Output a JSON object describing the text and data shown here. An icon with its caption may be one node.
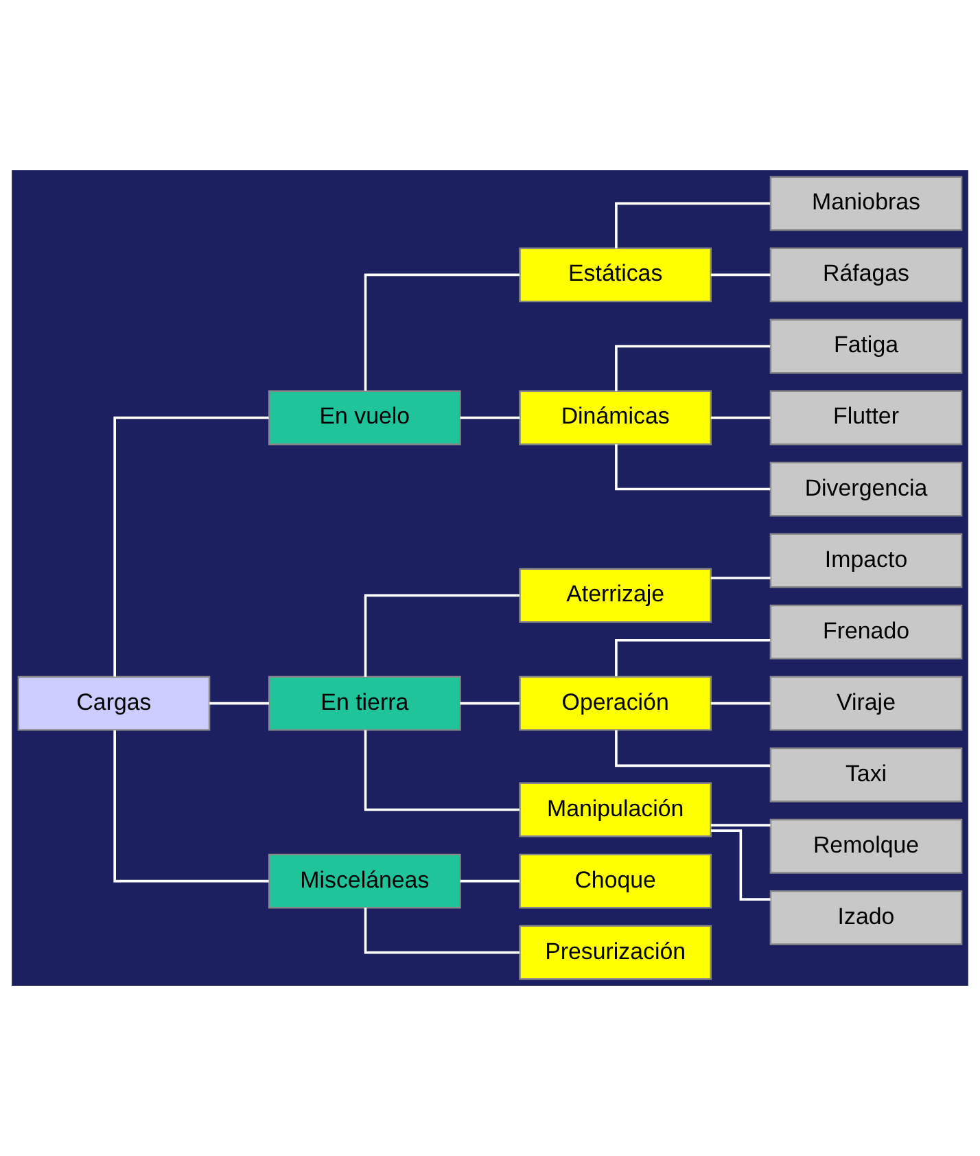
{
  "diagram": {
    "nodes": [
      {
        "text": [
          "Cargas"
        ]
      },
      {
        "text": [
          "En vuelo"
        ]
      },
      {
        "text": [
          "En tierra"
        ]
      },
      {
        "text": [
          "Misceláneas"
        ]
      },
      {
        "text": [
          "Estáticas"
        ]
      },
      {
        "text": [
          "Maniobras"
        ]
      },
      {
        "text": [
          "Ráfagas"
        ]
      },
      {
        "text": [
          "Dinámicas"
        ]
      },
      {
        "text": [
          "Fatiga"
        ]
      },
      {
        "text": [
          "Flutter"
        ]
      },
      {
        "text": [
          "Divergencia"
        ]
      },
      {
        "text": [
          "Aterrizaje"
        ]
      },
      {
        "text": [
          "Impacto"
        ]
      },
      {
        "text": [
          "Operación"
        ]
      },
      {
        "text": [
          "Frenado"
        ]
      },
      {
        "text": [
          "Viraje"
        ]
      },
      {
        "text": [
          "Taxi"
        ]
      },
      {
        "text": [
          "Manipulación"
        ]
      },
      {
        "text": [
          "Remolque"
        ]
      },
      {
        "text": [
          "Izado"
        ]
      },
      {
        "text": [
          "Choque"
        ]
      },
      {
        "text": [
          "Presurización"
        ]
      }
    ],
    "edges": [
      {
        "from": 0,
        "to": 1,
        "arrow": "none"
      },
      {
        "from": 0,
        "to": 2,
        "arrow": "none"
      },
      {
        "from": 0,
        "to": 3,
        "arrow": "none"
      },
      {
        "from": 1,
        "to": 4,
        "arrow": "none"
      },
      {
        "from": 4,
        "to": 5,
        "arrow": "none"
      },
      {
        "from": 4,
        "to": 6,
        "arrow": "none"
      },
      {
        "from": 1,
        "to": 7,
        "arrow": "none"
      },
      {
        "from": 7,
        "to": 8,
        "arrow": "none"
      },
      {
        "from": 7,
        "to": 9,
        "arrow": "none"
      },
      {
        "from": 7,
        "to": 10,
        "arrow": "none"
      },
      {
        "from": 2,
        "to": 11,
        "arrow": "none"
      },
      {
        "from": 11,
        "to": 12,
        "arrow": "none"
      },
      {
        "from": 2,
        "to": 13,
        "arrow": "none"
      },
      {
        "from": 13,
        "to": 14,
        "arrow": "none"
      },
      {
        "from": 13,
        "to": 15,
        "arrow": "none"
      },
      {
        "from": 13,
        "to": 16,
        "arrow": "none"
      },
      {
        "from": 2,
        "to": 17,
        "arrow": "none"
      },
      {
        "from": 17,
        "to": 18,
        "arrow": "none"
      },
      {
        "from": 17,
        "to": 19,
        "arrow": "none"
      },
      {
        "from": 3,
        "to": 20,
        "arrow": "none"
      },
      {
        "from": 3,
        "to": 21,
        "arrow": "none"
      }
    ]
  }
}
